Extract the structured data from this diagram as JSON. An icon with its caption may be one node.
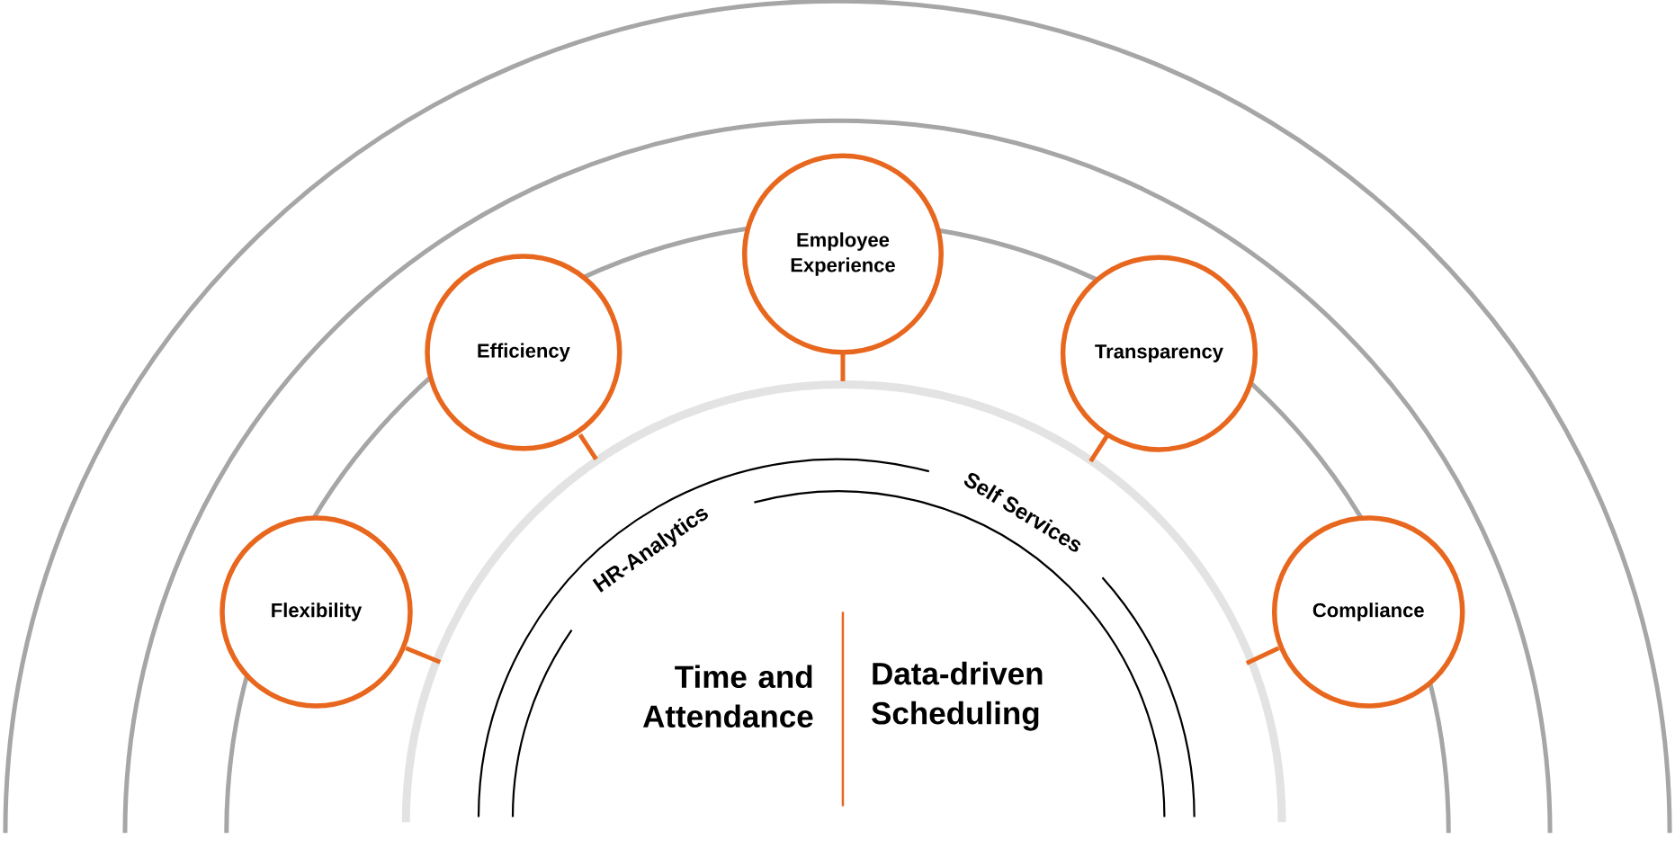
{
  "diagram": {
    "nodes": [
      {
        "text": [
          "Flexibility"
        ]
      },
      {
        "text": [
          "Efficiency"
        ]
      },
      {
        "text": [
          "Employee Experience"
        ]
      },
      {
        "text": [
          "Transparency"
        ]
      },
      {
        "text": [
          "Compliance"
        ]
      }
    ],
    "labels": [
      "HR-Analytics",
      "Self Services",
      "Time and Attendance",
      "Data-driven Scheduling"
    ]
  }
}
